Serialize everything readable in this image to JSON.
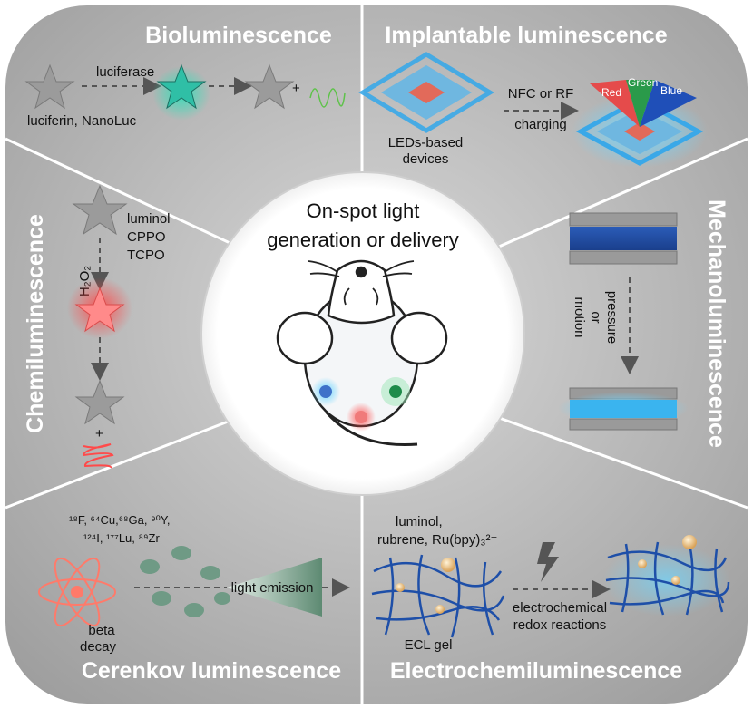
{
  "sections": {
    "bioluminescence": "Bioluminescence",
    "implantable": "Implantable luminescence",
    "chemiluminescence": "Chemiluminescence",
    "mechanoluminescence": "Mechanoluminescence",
    "cerenkov": "Cerenkov luminescence",
    "electrochemiluminescence": "Electrochemiluminescence"
  },
  "center": {
    "line1": "On-spot light",
    "line2": "generation or delivery"
  },
  "bio": {
    "enzyme": "luciferase",
    "substrates": "luciferin, NanoLuc",
    "plus": "+"
  },
  "implant": {
    "device_line1": "LEDs-based",
    "device_line2": "devices",
    "method_line1": "NFC or RF",
    "method_line2": "charging",
    "red": "Red",
    "green": "Green",
    "blue": "Blue"
  },
  "chemi": {
    "reagent1": "luminol",
    "reagent2": "CPPO",
    "reagent3": "TCPO",
    "oxidant": "H₂O₂",
    "plus": "+"
  },
  "mechano": {
    "stimulus_line1": "pressure",
    "stimulus_line2": "or",
    "stimulus_line3": "motion"
  },
  "cerenkov": {
    "iso_line1": "¹⁸F, ⁶⁴Cu,⁶⁸Ga, ⁹⁰Y,",
    "iso_line2": "¹²⁴I, ¹⁷⁷Lu, ⁸⁹Zr",
    "emission": "light emission",
    "decay_line1": "beta",
    "decay_line2": "decay"
  },
  "ecl": {
    "reagent_line1": "luminol,",
    "reagent_line2": "rubrene,  Ru(bpy)₃²⁺",
    "gel": "ECL gel",
    "reaction_line1": "electrochemical",
    "reaction_line2": "redox reactions"
  },
  "colors": {
    "panel": "#bdbdbd",
    "panel_dark": "#a8a8a8",
    "star": "#9b9b9b",
    "teal": "#2fbfa6",
    "red": "#ff5a5a",
    "blue_led": "#3aa8e8",
    "ecl_fiber": "#1e4fa8",
    "cerenkov_green": "#6f9a85"
  },
  "icons": [
    "star-icon",
    "lightning-icon",
    "atom-icon",
    "mouse-icon",
    "arrow-icon",
    "squiggle-icon"
  ]
}
